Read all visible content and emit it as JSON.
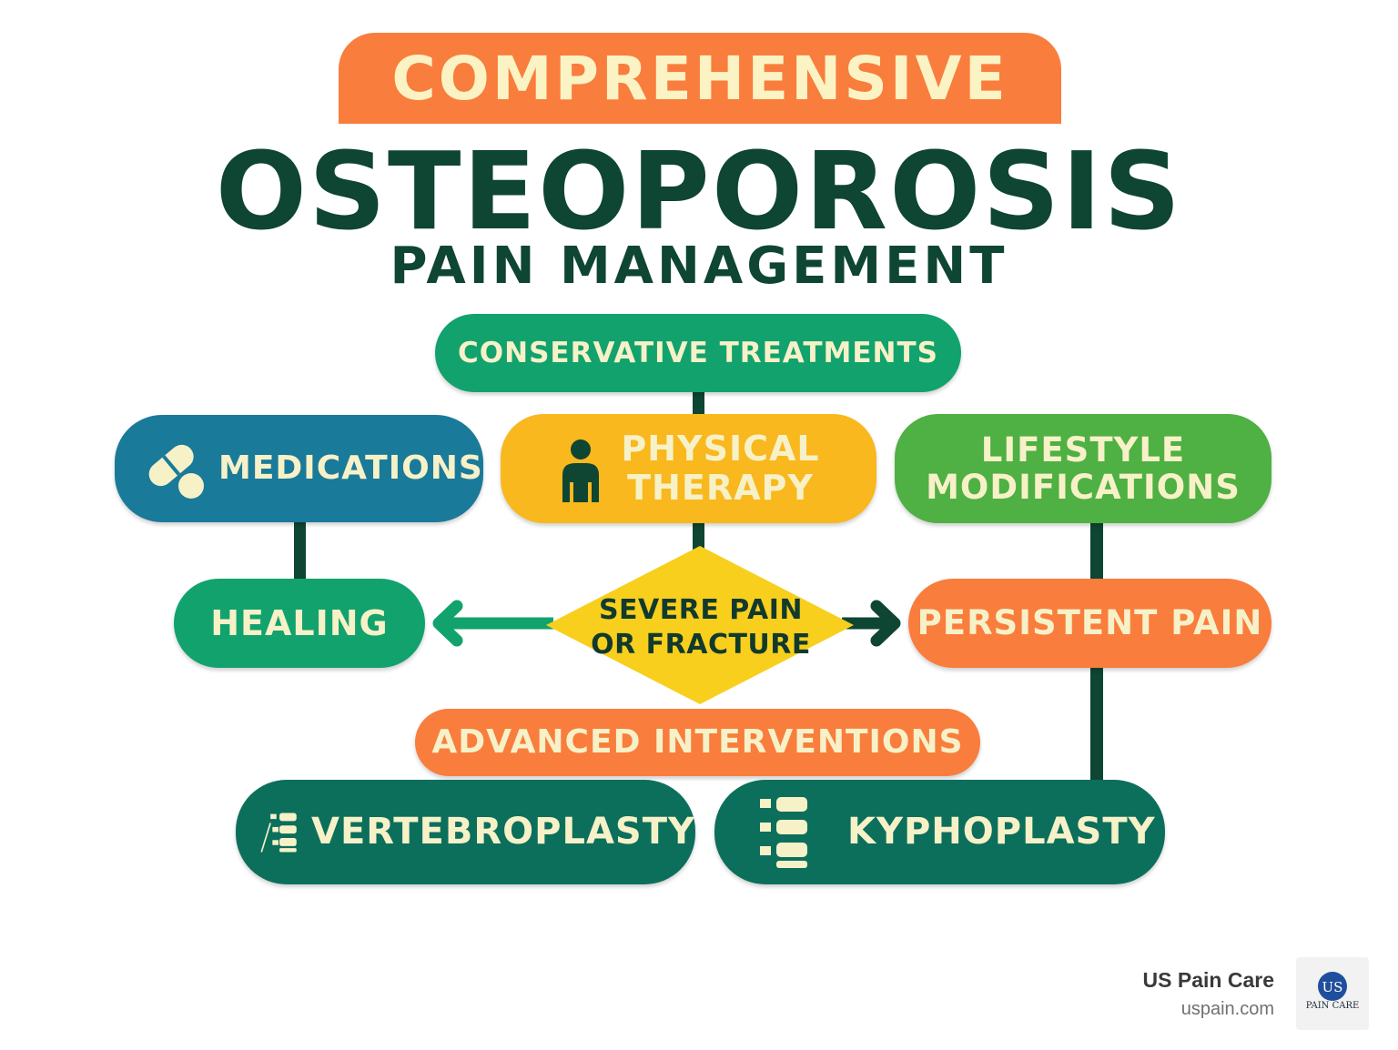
{
  "colors": {
    "dark_green": "#0e4533",
    "orange": "#f97d3d",
    "green": "#12a26e",
    "teal_blue": "#1a7a9a",
    "yellow": "#f8b81e",
    "lime_green": "#4fb043",
    "teal_dark": "#0b6f5c",
    "cream_text": "#f7f1c8",
    "diamond_yellow": "#f8cf1d"
  },
  "title": {
    "top": "COMPREHENSIVE",
    "main": "OSTEOPOROSIS",
    "sub": "PAIN MANAGEMENT"
  },
  "nodes": {
    "conservative": "CONSERVATIVE TREATMENTS",
    "medications": "MEDICATIONS",
    "physical_line1": "PHYSICAL",
    "physical_line2": "THERAPY",
    "lifestyle_line1": "LIFESTYLE",
    "lifestyle_line2": "MODIFICATIONS",
    "healing": "HEALING",
    "decision_line1": "SEVERE PAIN",
    "decision_line2": "OR FRACTURE",
    "persistent": "PERSISTENT PAIN",
    "advanced": "ADVANCED INTERVENTIONS",
    "vertebroplasty": "VERTEBROPLASTY",
    "kyphoplasty": "KYPHOPLASTY"
  },
  "icons": {
    "medications": "pill-capsule-icon",
    "physical": "person-icon",
    "vertebroplasty": "spine-needle-icon",
    "kyphoplasty": "spine-icon"
  },
  "footer": {
    "brand": "US Pain Care",
    "url": "uspain.com",
    "logo_text": "US",
    "logo_caption": "PAIN CARE"
  }
}
